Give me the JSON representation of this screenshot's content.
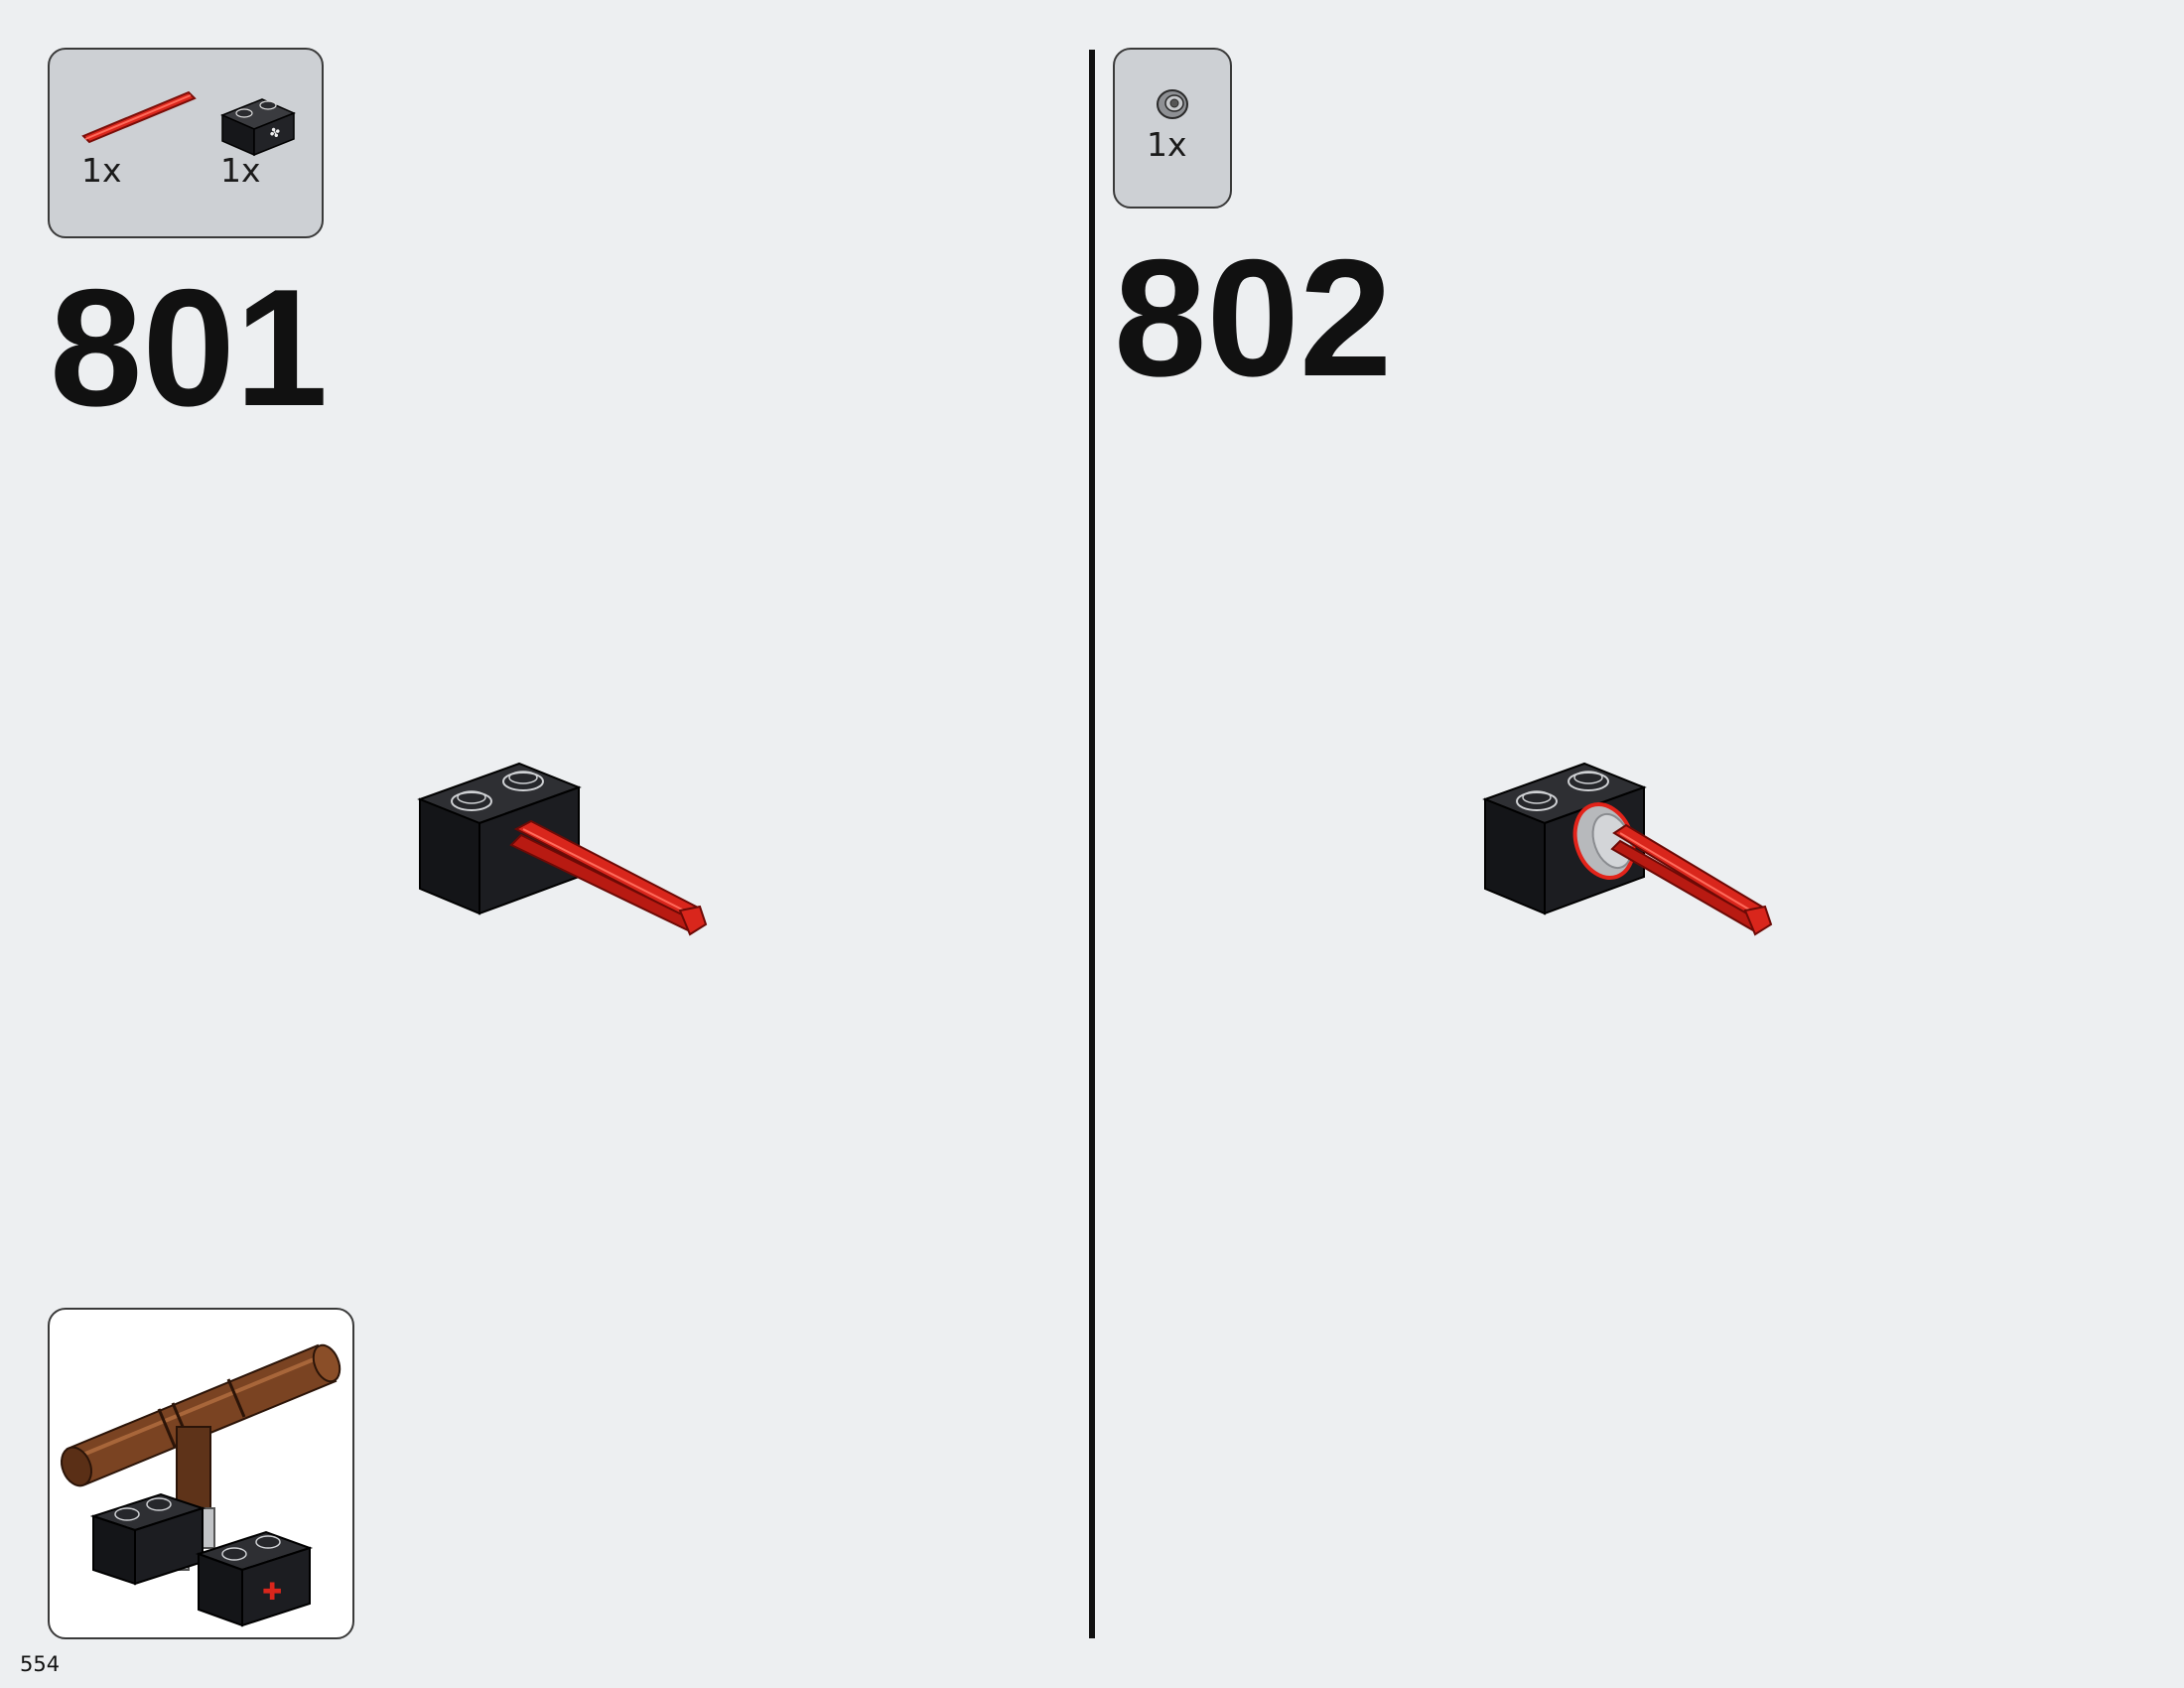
{
  "page": {
    "number": "554"
  },
  "steps": [
    {
      "number": "801",
      "parts": [
        {
          "icon": "red-technic-axle-icon",
          "qty": "1x",
          "color": "#d9261c"
        },
        {
          "icon": "black-technic-brick-icon",
          "qty": "1x",
          "color": "#16171a"
        }
      ]
    },
    {
      "number": "802",
      "parts": [
        {
          "icon": "light-gray-bush-icon",
          "qty": "1x",
          "color": "#a9abae"
        }
      ]
    }
  ],
  "colors": {
    "background": "#edeff1",
    "parts_panel": "#cdd0d4",
    "axle_red": "#d9261c",
    "brick_black": "#16171a",
    "preview_brown": "#6b3a1e"
  }
}
